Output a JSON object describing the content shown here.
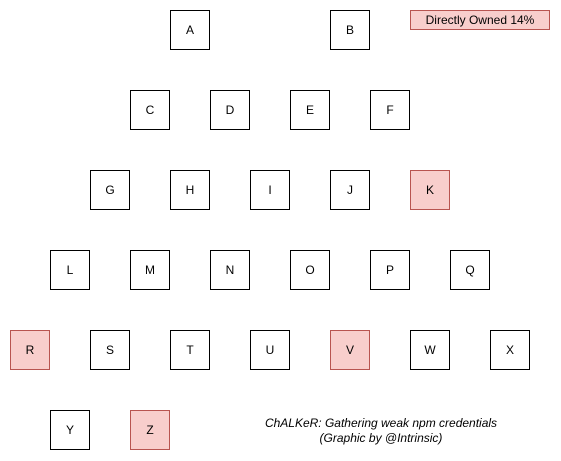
{
  "colors": {
    "default_fill": "#ffffff",
    "default_stroke": "#000000",
    "owned_fill": "#f8cecc",
    "owned_stroke": "#b85450"
  },
  "legend": {
    "label": "Directly Owned 14%"
  },
  "caption": {
    "line1": "ChALKeR: Gathering weak npm credentials",
    "line2": "(Graphic by @Intrinsic)"
  },
  "rows": [
    {
      "nodes": [
        {
          "label": "A",
          "owned": false
        },
        {
          "label": "B",
          "owned": false
        }
      ]
    },
    {
      "nodes": [
        {
          "label": "C",
          "owned": false
        },
        {
          "label": "D",
          "owned": false
        },
        {
          "label": "E",
          "owned": false
        },
        {
          "label": "F",
          "owned": false
        }
      ]
    },
    {
      "nodes": [
        {
          "label": "G",
          "owned": false
        },
        {
          "label": "H",
          "owned": false
        },
        {
          "label": "I",
          "owned": false
        },
        {
          "label": "J",
          "owned": false
        },
        {
          "label": "K",
          "owned": true
        }
      ]
    },
    {
      "nodes": [
        {
          "label": "L",
          "owned": false
        },
        {
          "label": "M",
          "owned": false
        },
        {
          "label": "N",
          "owned": false
        },
        {
          "label": "O",
          "owned": false
        },
        {
          "label": "P",
          "owned": false
        },
        {
          "label": "Q",
          "owned": false
        }
      ]
    },
    {
      "nodes": [
        {
          "label": "R",
          "owned": true
        },
        {
          "label": "S",
          "owned": false
        },
        {
          "label": "T",
          "owned": false
        },
        {
          "label": "U",
          "owned": false
        },
        {
          "label": "V",
          "owned": true
        },
        {
          "label": "W",
          "owned": false
        },
        {
          "label": "X",
          "owned": false
        }
      ]
    },
    {
      "nodes": [
        {
          "label": "Y",
          "owned": false
        },
        {
          "label": "Z",
          "owned": true
        }
      ]
    }
  ]
}
